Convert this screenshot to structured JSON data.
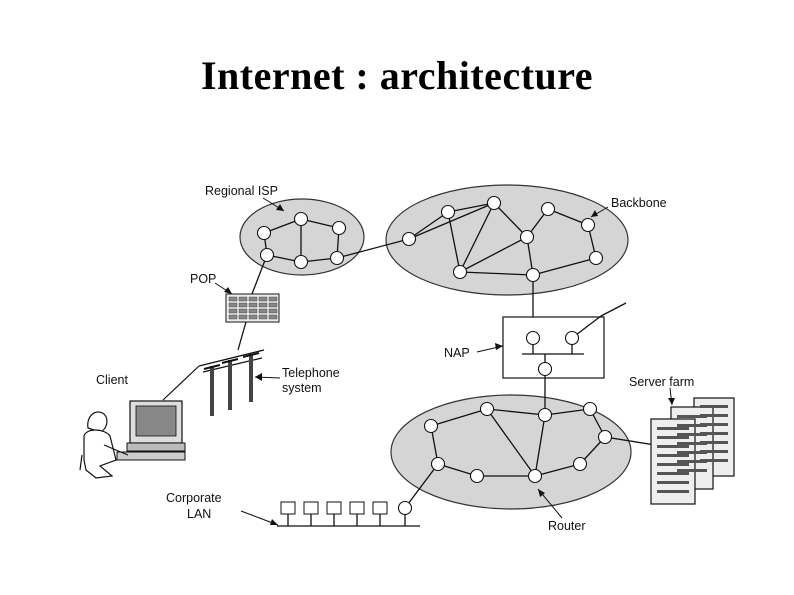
{
  "title": "Internet : architecture",
  "labels": {
    "regional_isp": "Regional ISP",
    "backbone": "Backbone",
    "pop": "POP",
    "telephone_line1": "Telephone",
    "telephone_line2": "system",
    "client": "Client",
    "nap": "NAP",
    "server_farm": "Server farm",
    "corporate_line1": "Corporate",
    "corporate_line2": "LAN",
    "router": "Router"
  },
  "icons": {
    "pop": "pop-modem-bank-icon",
    "telephone": "telephone-pole-icon",
    "client": "person-at-computer-icon",
    "server_farm": "server-rack-icon",
    "lan_host": "lan-host-icon"
  },
  "colors": {
    "cloud_fill": "#d5d5d5",
    "line": "#111111",
    "background": "#ffffff"
  }
}
